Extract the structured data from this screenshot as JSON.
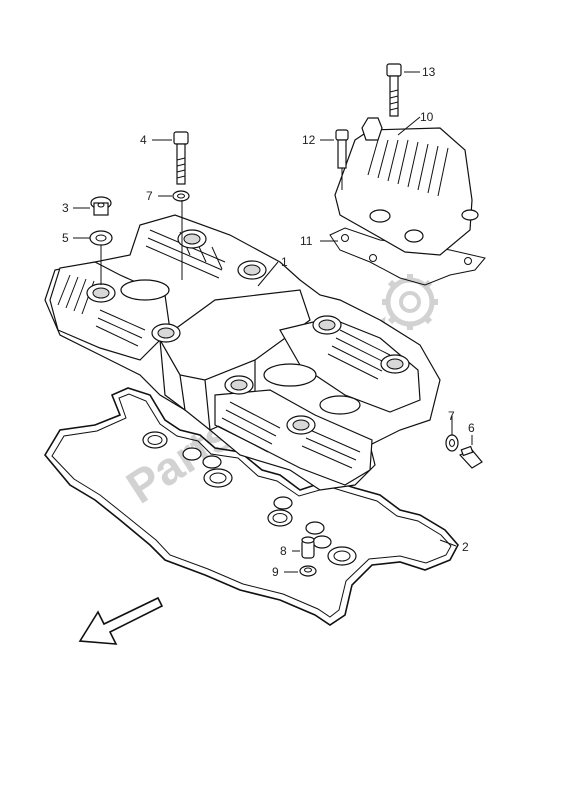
{
  "diagram": {
    "labels": [
      "1",
      "2",
      "3",
      "4",
      "5",
      "6",
      "7",
      "7",
      "8",
      "9",
      "10",
      "11",
      "12",
      "13"
    ],
    "watermark": "PartsRepublik",
    "colors": {
      "line": "#111111",
      "watermark": "#d2d2d2",
      "background": "#ffffff"
    }
  }
}
